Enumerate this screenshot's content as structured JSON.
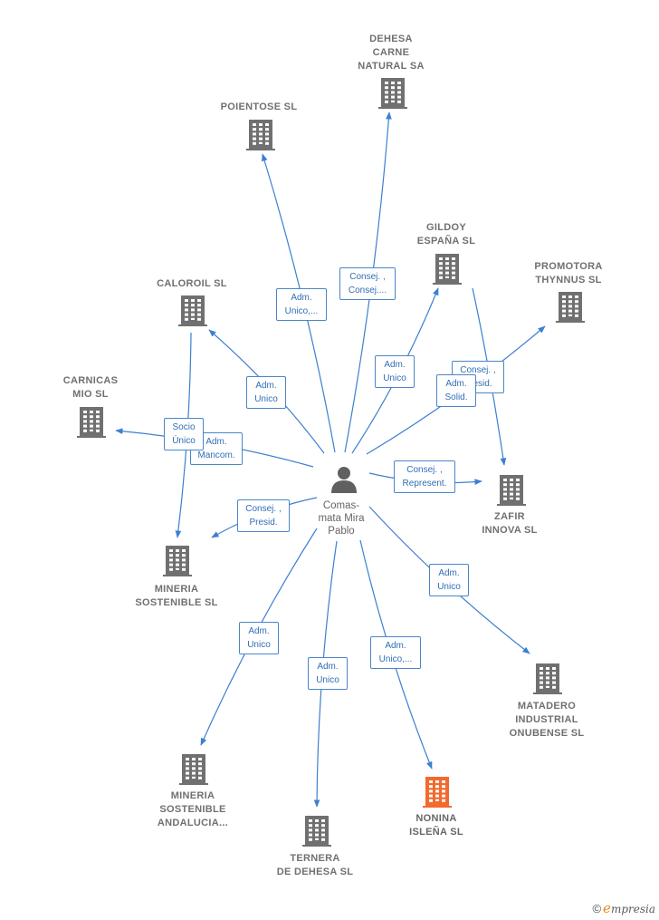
{
  "center": {
    "label": "Comas-\nmata Mira\nPablo",
    "icon": "person-icon",
    "color": "#606060"
  },
  "colors": {
    "edge": "#3d7fd0",
    "building": "#707070",
    "highlight": "#f26a2e"
  },
  "nodes": [
    {
      "id": "dehesa-carne",
      "label": "DEHESA\nCARNE\nNATURAL SA"
    },
    {
      "id": "poientose",
      "label": "POIENTOSE SL"
    },
    {
      "id": "gildoy",
      "label": "GILDOY\nESPAÑA  SL"
    },
    {
      "id": "promotora",
      "label": "PROMOTORA\nTHYNNUS  SL"
    },
    {
      "id": "caloroil",
      "label": "CALOROIL SL"
    },
    {
      "id": "carnicas",
      "label": "CARNICAS\nMIO SL"
    },
    {
      "id": "zafir",
      "label": "ZAFIR\nINNOVA  SL"
    },
    {
      "id": "mineria-sostenible",
      "label": "MINERIA\nSOSTENIBLE SL"
    },
    {
      "id": "matadero",
      "label": "MATADERO\nINDUSTRIAL\nONUBENSE SL"
    },
    {
      "id": "mineria-andalucia",
      "label": "MINERIA\nSOSTENIBLE\nANDALUCIA..."
    },
    {
      "id": "nonina",
      "label": "NONINA\nISLEÑA  SL",
      "highlight": true
    },
    {
      "id": "ternera",
      "label": "TERNERA\nDE DEHESA SL"
    }
  ],
  "edges": [
    {
      "to": "dehesa-carne",
      "label": "Consej. ,\nConsej...."
    },
    {
      "to": "poientose",
      "label": "Adm.\nUnico,..."
    },
    {
      "to": "gildoy",
      "label": "Adm.\nUnico"
    },
    {
      "to": "promotora",
      "label": "Consej. ,\nPresid."
    },
    {
      "to": "zafir",
      "label": "Adm.\nSolid."
    },
    {
      "to": "caloroil",
      "label": "Adm.\nUnico"
    },
    {
      "to": "carnicas",
      "label": "Adm.\nMancom."
    },
    {
      "to": "mineria-sostenible",
      "label": "Socio\nÚnico"
    },
    {
      "to": "mineria-sostenible",
      "label": "Consej. ,\nPresid."
    },
    {
      "to": "zafir",
      "label": "Consej. ,\nRepresent."
    },
    {
      "to": "matadero",
      "label": "Adm.\nUnico"
    },
    {
      "to": "mineria-andalucia",
      "label": "Adm.\nUnico"
    },
    {
      "to": "ternera",
      "label": "Adm.\nUnico"
    },
    {
      "to": "nonina",
      "label": "Adm.\nUnico,..."
    }
  ],
  "footer": {
    "copyright": "©",
    "brand_initial": "e",
    "brand_rest": "mpresia"
  }
}
